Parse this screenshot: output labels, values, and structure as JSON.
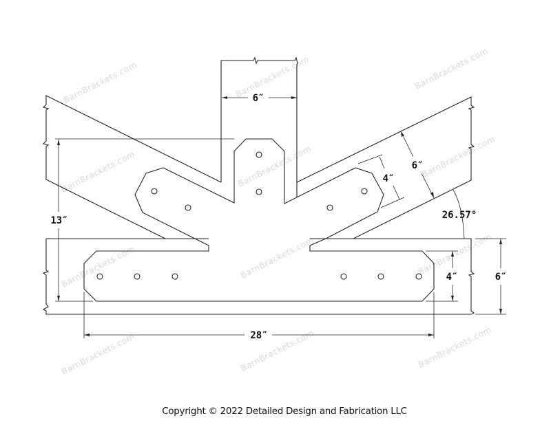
{
  "watermark": "BarnBrackets.com",
  "dimensions": {
    "post_width": "6″",
    "overall_height": "13″",
    "overall_length": "28″",
    "arm_width": "4″",
    "brace_depth": "6″",
    "brace_angle": "26.57°",
    "bottom_plate_height": "4″",
    "beam_depth": "6″"
  },
  "copyright": "Copyright © 2022 Detailed Design and Fabrication LLC"
}
